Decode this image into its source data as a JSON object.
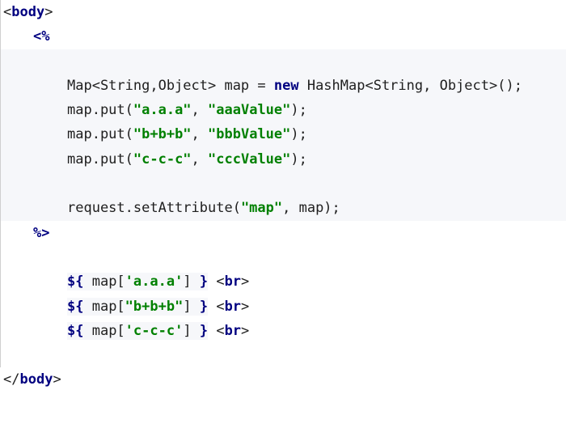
{
  "lines": [
    {
      "open_tag_lt": "<",
      "open_tag_name": "body",
      "open_tag_gt": ">"
    },
    {
      "scriptlet_open": "<%"
    },
    {
      "empty": ""
    },
    {
      "decl_part1": "Map<String,Object> map = ",
      "decl_kw": "new",
      "decl_part2": " HashMap<String, Object>();"
    },
    {
      "call": "map.put(",
      "arg1": "\"a.a.a\"",
      "sep": ", ",
      "arg2": "\"aaaValue\"",
      "end": ");"
    },
    {
      "call": "map.put(",
      "arg1": "\"b+b+b\"",
      "sep": ", ",
      "arg2": "\"bbbValue\"",
      "end": ");"
    },
    {
      "call": "map.put(",
      "arg1": "\"c-c-c\"",
      "sep": ", ",
      "arg2": "\"cccValue\"",
      "end": ");"
    },
    {
      "empty": ""
    },
    {
      "call": "request.setAttribute(",
      "arg1": "\"map\"",
      "rest": ", map);"
    },
    {
      "scriptlet_close": "%>"
    },
    {
      "empty": ""
    },
    {
      "el_open": "${",
      "expr1": " map[",
      "key": "'a.a.a'",
      "expr2": "] ",
      "el_close": "}",
      "space": " ",
      "br_lt": "<",
      "br_name": "br",
      "br_gt": ">"
    },
    {
      "el_open": "${",
      "expr1": " map[",
      "key": "\"b+b+b\"",
      "expr2": "] ",
      "el_close": "}",
      "space": " ",
      "br_lt": "<",
      "br_name": "br",
      "br_gt": ">"
    },
    {
      "el_open": "${",
      "expr1": " map[",
      "key": "'c-c-c'",
      "expr2": "] ",
      "el_close": "}",
      "space": " ",
      "br_lt": "<",
      "br_name": "br",
      "br_gt": ">"
    },
    {
      "empty": ""
    },
    {
      "close_tag_lt": "</",
      "close_tag_name": "body",
      "close_tag_gt": ">"
    }
  ]
}
